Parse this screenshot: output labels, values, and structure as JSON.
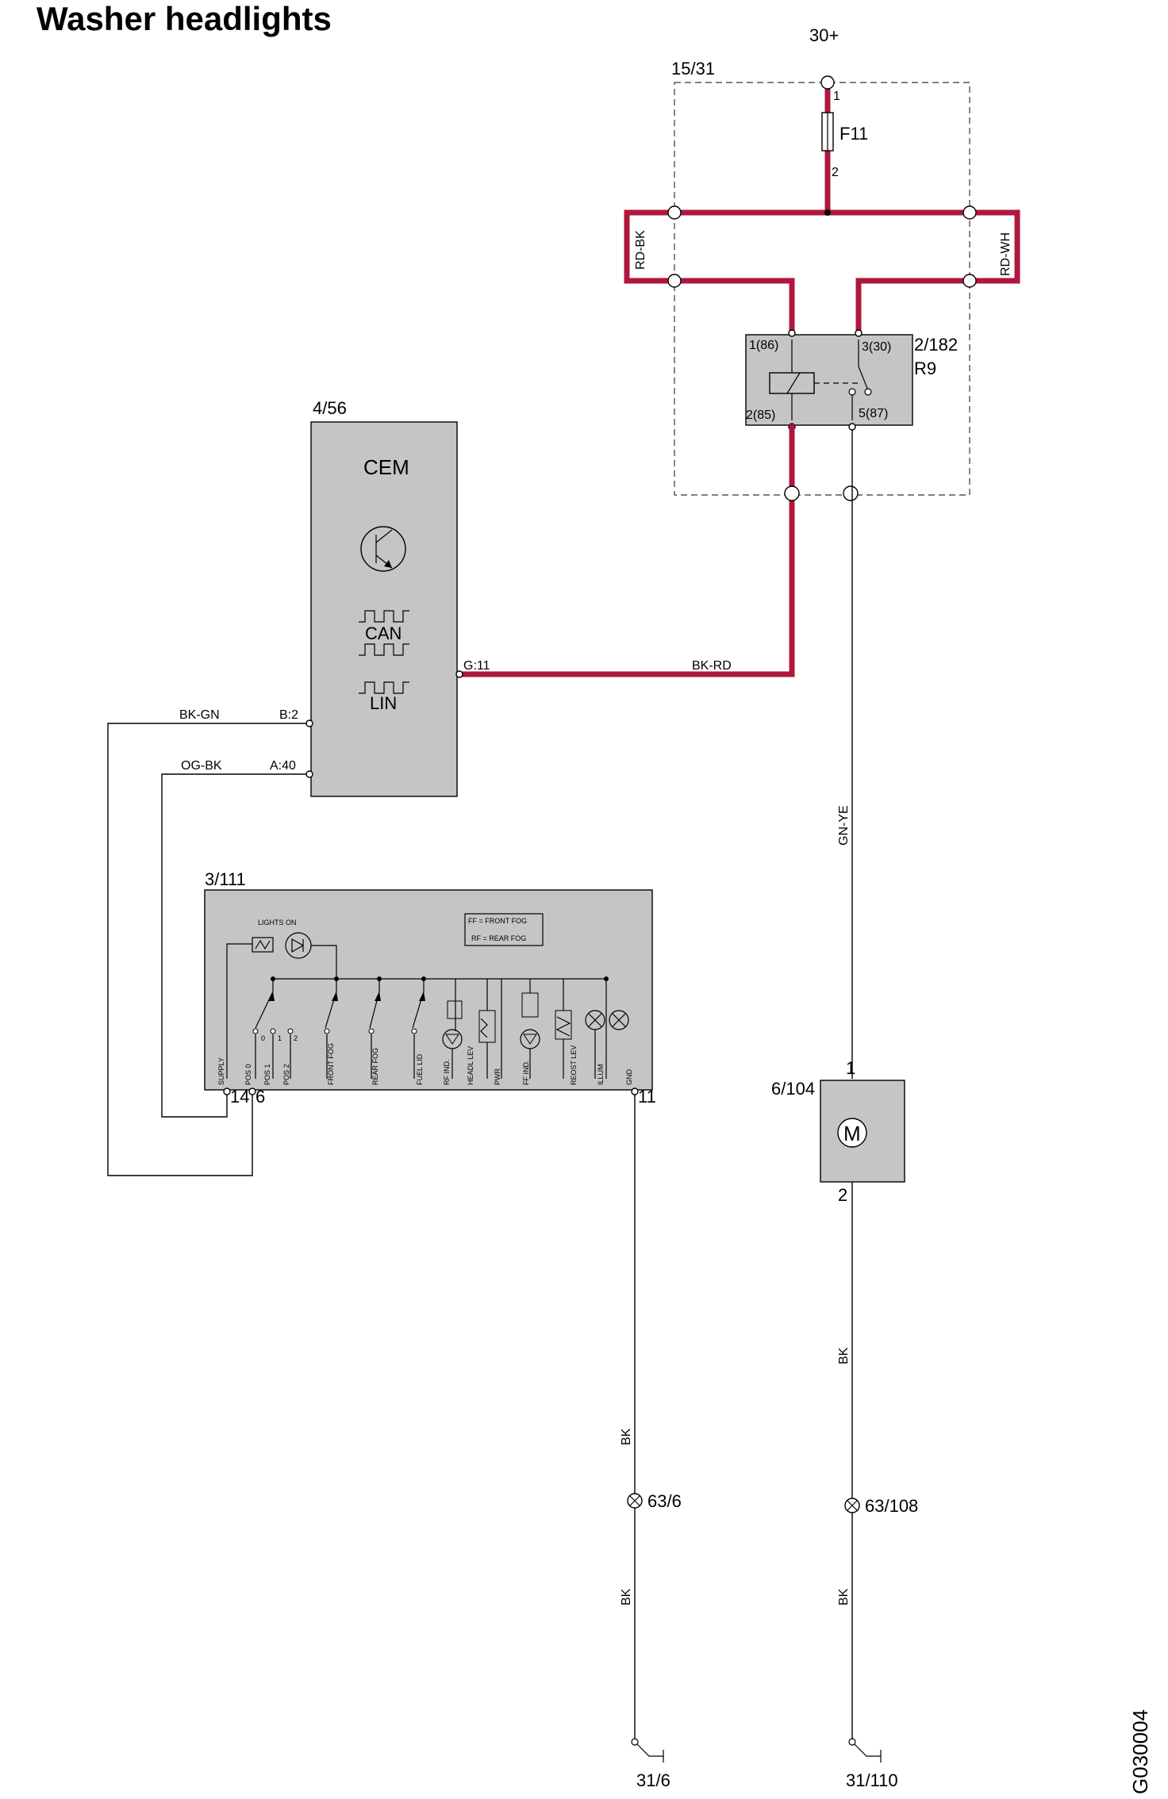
{
  "title": "Washer headlights",
  "doc_code": "G030004",
  "supply": "30+",
  "fuse_box": {
    "id": "15/31",
    "fuse": "F11",
    "pin_in": "1",
    "pin_out": "2"
  },
  "relay": {
    "id": "2/182",
    "name": "R9",
    "pins": [
      "1(86)",
      "3(30)",
      "2(85)",
      "5(87)"
    ]
  },
  "cem": {
    "id": "4/56",
    "name": "CEM",
    "bus_can": "CAN",
    "bus_lin": "LIN",
    "pins": [
      "G:11",
      "B:2",
      "A:40"
    ]
  },
  "switch_module": {
    "id": "3/111",
    "indicator_label": "LIGHTS ON",
    "legend": [
      "FF = FRONT FOG",
      "RF = REAR FOG"
    ],
    "positions": [
      "0",
      "1",
      "2"
    ],
    "terminals": [
      "SUPPLY",
      "POS 0",
      "POS 1",
      "POS 2",
      "FRONT FOG",
      "REAR FOG",
      "FUEL LID",
      "RF IND.",
      "HEADL LEV",
      "PWR",
      "FF IND.",
      "REOST LEV",
      "ILLUM",
      "GND"
    ],
    "pins": [
      "14",
      "6",
      "11"
    ]
  },
  "motor": {
    "id": "6/104",
    "symbol": "M",
    "pin_top": "1",
    "pin_bottom": "2"
  },
  "wires": {
    "rd_bk": "RD-BK",
    "rd_wh": "RD-WH",
    "bk_rd": "BK-RD",
    "bk_gn": "BK-GN",
    "og_bk": "OG-BK",
    "gn_ye": "GN-YE",
    "bk": "BK"
  },
  "splices": [
    "63/6",
    "63/108"
  ],
  "grounds": [
    "31/6",
    "31/110"
  ],
  "colors": {
    "supply_wire": "#b0173c",
    "component_fill": "#c5c5c5"
  }
}
